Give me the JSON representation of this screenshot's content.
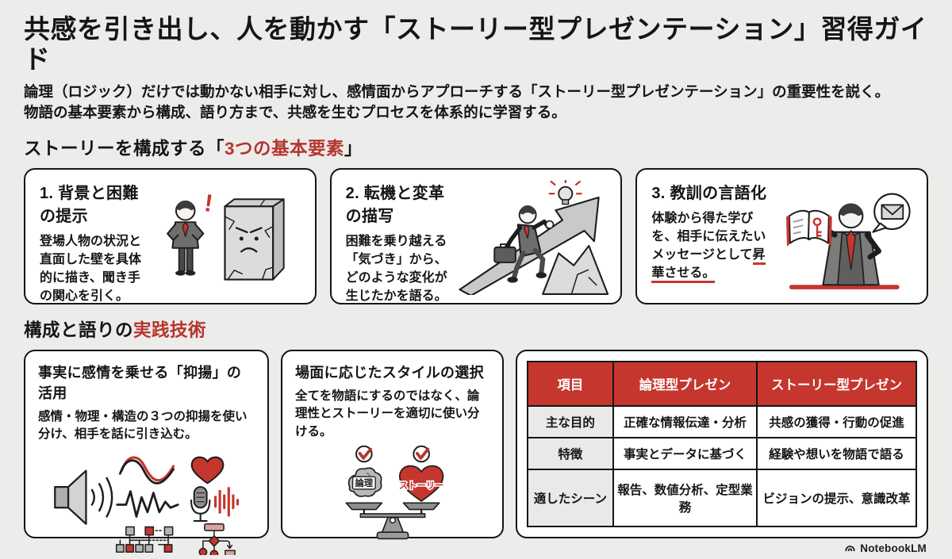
{
  "page": {
    "title": "共感を引き出し、人を動かす「ストーリー型プレゼンテーション」習得ガイド",
    "subtitle_line1": "論理（ロジック）だけでは動かない相手に対し、感情面からアプローチする「ストーリー型プレゼンテーション」の重要性を説く。",
    "subtitle_line2": "物語の基本要素から構成、語り方まで、共感を生むプロセスを体系的に学習する。"
  },
  "colors": {
    "background": "#ECECEA",
    "accent_red": "#B5362E",
    "table_header_red": "#C5362E",
    "card_border": "#151515"
  },
  "section1": {
    "heading_prefix": "ストーリーを構成する「",
    "heading_accent": "3つの基本要素",
    "heading_suffix": "」",
    "cards": [
      {
        "title": "1. 背景と困難の提示",
        "body": "登場人物の状況と直面した壁を具体的に描き、聞き手の関心を引く。",
        "illustration": "businessman-facing-cracked-wall"
      },
      {
        "title": "2. 転機と変革の描写",
        "body": "困難を乗り越える「気づき」から、どのような変化が生じたかを語る。",
        "illustration": "businessman-climbing-arrow-with-lightbulb"
      },
      {
        "title": "3. 教訓の言語化",
        "body_main": "体験から得た学びを、相手に伝えたいメッセージとして",
        "body_underlined": "昇華させる。",
        "illustration": "businessman-open-book-key-envelope"
      }
    ]
  },
  "section2": {
    "heading_prefix": "構成と語りの",
    "heading_accent": "実践技術",
    "cards": [
      {
        "title": "事実に感情を乗せる「抑揚」の活用",
        "body": "感情・物理・構造の３つの抑揚を使い分け、相手を話に引き込む。",
        "illustration": "speaker-waves-heart-mic-structure-icons"
      },
      {
        "title": "場面に応じたスタイルの選択",
        "body": "全てを物語にするのではなく、論理性とストーリーを適切に使い分ける。",
        "illustration": "balance-scale-brain-vs-heart",
        "balance_left_label": "論理",
        "balance_right_label": "ストーリー"
      }
    ],
    "table": {
      "headers": [
        "項目",
        "論理型プレゼン",
        "ストーリー型プレゼン"
      ],
      "rows": [
        {
          "label": "主な目的",
          "logic": "正確な情報伝達・分析",
          "story": "共感の獲得・行動の促進"
        },
        {
          "label": "特徴",
          "logic": "事実とデータに基づく",
          "story": "経験や想いを物語で語る"
        },
        {
          "label": "適したシーン",
          "logic": "報告、数値分析、定型業務",
          "story": "ビジョンの提示、意識改革"
        }
      ]
    }
  },
  "footer": {
    "brand": "NotebookLM"
  }
}
